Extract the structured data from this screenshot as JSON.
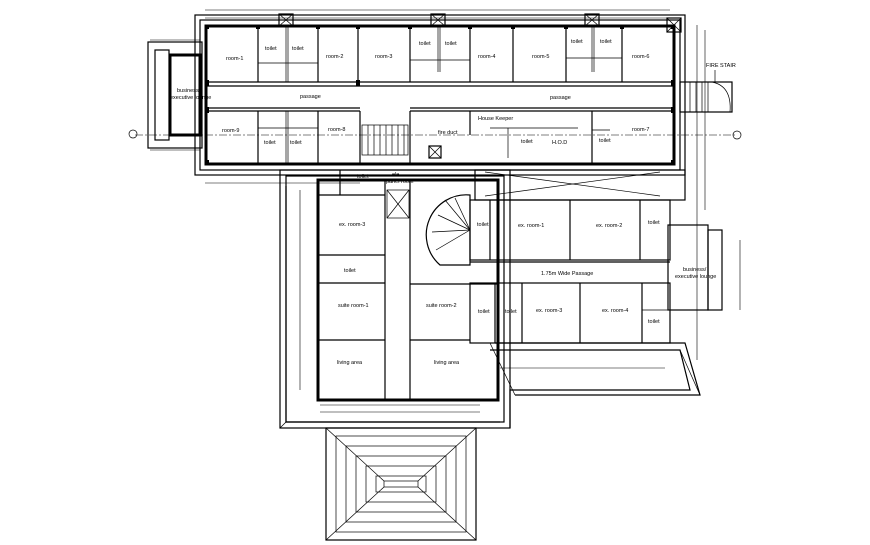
{
  "drawing": {
    "labels": {
      "room1": "room-1",
      "room2": "room-2",
      "room3": "room-3",
      "room4": "room-4",
      "room5": "room-5",
      "room6": "room-6",
      "room7": "room-7",
      "room8": "room-8",
      "room9": "room-9",
      "toilet": "toilet",
      "passage": "passage",
      "lounge_line1": "business/",
      "lounge_line2": "executive lounge",
      "house_keeper": "House Keeper",
      "hod": "H.O.D",
      "fire_stair": "FIRE STAIR",
      "fire_duct": "fire duct",
      "ele_panel_line1": "ele.",
      "ele_panel_line2": "panel room",
      "ex_room1": "ex. room-1",
      "ex_room2": "ex. room-2",
      "ex_room3": "ex. room-3",
      "ex_room3b": "ex. room-3",
      "ex_room4": "ex. room-4",
      "suite_room1": "suite room-1",
      "suite_room2": "suite room-2",
      "living_area": "living area",
      "wide_passage": "1.75m Wide Passage"
    }
  }
}
